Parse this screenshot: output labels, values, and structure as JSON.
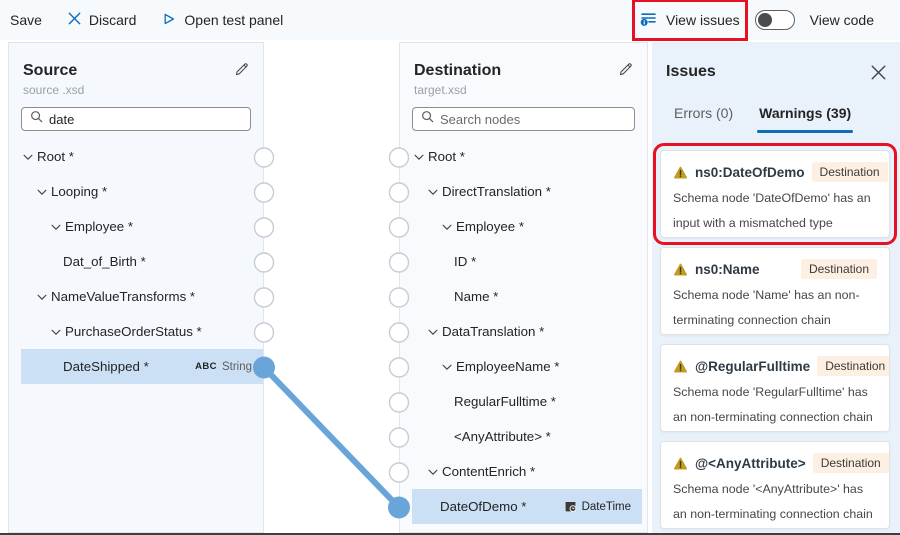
{
  "toolbar": {
    "save": "Save",
    "discard": "Discard",
    "open_test_panel": "Open test panel",
    "view_issues": "View issues",
    "view_code": "View code",
    "view_code_toggle_state": "off"
  },
  "source": {
    "title": "Source",
    "subtitle": "source .xsd",
    "search_value": "date",
    "nodes": [
      {
        "label": "Root *",
        "depth": 0,
        "expandable": true
      },
      {
        "label": "Looping *",
        "depth": 1,
        "expandable": true
      },
      {
        "label": "Employee *",
        "depth": 2,
        "expandable": true
      },
      {
        "label": "Dat_of_Birth *",
        "depth": 3,
        "expandable": false
      },
      {
        "label": "NameValueTransforms *",
        "depth": 1,
        "expandable": true
      },
      {
        "label": "PurchaseOrderStatus *",
        "depth": 2,
        "expandable": true
      },
      {
        "label": "DateShipped *",
        "depth": 3,
        "expandable": false,
        "selected": true,
        "badge": {
          "icon": "abc-type-icon",
          "text": "String"
        }
      }
    ]
  },
  "destination": {
    "title": "Destination",
    "subtitle": "target.xsd",
    "search_placeholder": "Search nodes",
    "nodes": [
      {
        "label": "Root *",
        "depth": 0,
        "expandable": true
      },
      {
        "label": "DirectTranslation *",
        "depth": 1,
        "expandable": true
      },
      {
        "label": "Employee *",
        "depth": 2,
        "expandable": true
      },
      {
        "label": "ID *",
        "depth": 3,
        "expandable": false
      },
      {
        "label": "Name *",
        "depth": 3,
        "expandable": false
      },
      {
        "label": "DataTranslation *",
        "depth": 1,
        "expandable": true
      },
      {
        "label": "EmployeeName *",
        "depth": 2,
        "expandable": true
      },
      {
        "label": "RegularFulltime *",
        "depth": 3,
        "expandable": false
      },
      {
        "label": "<AnyAttribute> *",
        "depth": 3,
        "expandable": false
      },
      {
        "label": "ContentEnrich *",
        "depth": 1,
        "expandable": true
      },
      {
        "label": "DateOfDemo *",
        "depth": 2,
        "expandable": false,
        "selected": true,
        "badge": {
          "icon": "calendar-clock-icon",
          "text": "DateTime"
        }
      }
    ]
  },
  "mapping": {
    "connections": [
      {
        "source_node": "DateShipped *",
        "destination_node": "DateOfDemo *",
        "source_index": 6,
        "destination_index": 10
      }
    ]
  },
  "issues": {
    "title": "Issues",
    "tabs": [
      {
        "label": "Errors (0)",
        "active": false
      },
      {
        "label": "Warnings (39)",
        "active": true
      }
    ],
    "warnings": [
      {
        "name": "ns0:DateOfDemo",
        "scope": "Destination",
        "message": "Schema node 'DateOfDemo' has an input with a mismatched type",
        "annotated": true
      },
      {
        "name": "ns0:Name",
        "scope": "Destination",
        "message": "Schema node 'Name' has an non-terminating connection chain",
        "annotated": false
      },
      {
        "name": "@RegularFulltime",
        "scope": "Destination",
        "message": "Schema node 'RegularFulltime' has an non-terminating connection chain",
        "annotated": false
      },
      {
        "name": "@<AnyAttribute>",
        "scope": "Destination",
        "message": "Schema node '<AnyAttribute>' has an non-terminating connection chain",
        "annotated": false
      }
    ]
  },
  "colors": {
    "accent_blue": "#0f6cbd",
    "connection_blue": "#6aa5d9",
    "selected_row": "#cbdff5",
    "warning_amber": "#c19c23",
    "annotation_red": "#e81123",
    "scope_badge_bg": "#fdf0e3",
    "issues_panel_bg": "#e9f2fa"
  }
}
